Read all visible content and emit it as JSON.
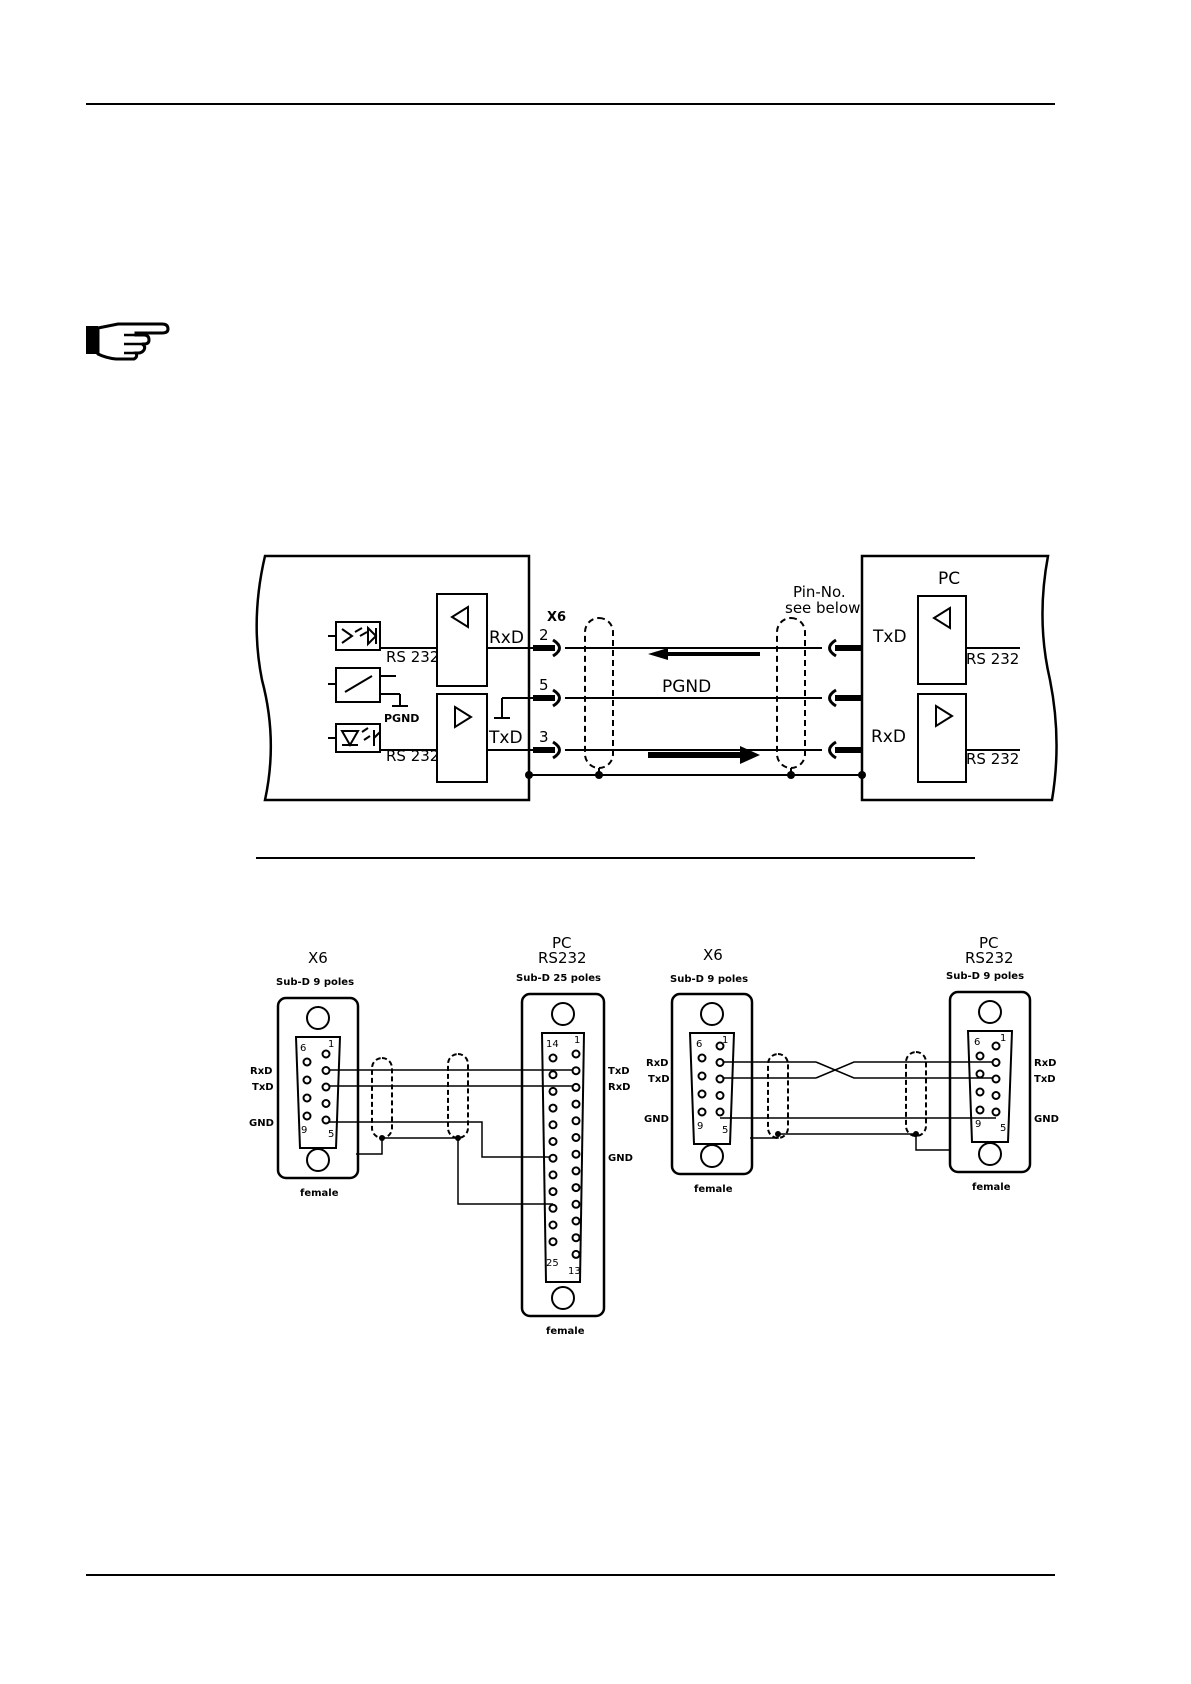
{
  "schematic": {
    "x6": "X6",
    "pin2": "2",
    "pin5": "5",
    "pin3": "3",
    "rxd": "RxD",
    "txd": "TxD",
    "rs232": "RS 232",
    "pgnd_small": "PGND",
    "pgnd": "PGND",
    "pc": "PC",
    "pin_no": "Pin-No.",
    "see_below": "see below",
    "pc_txd": "TxD",
    "pc_rxd": "RxD",
    "pc_rs232": "RS 232"
  },
  "pinout_left": {
    "x6_title": "X6",
    "x6_sub": "Sub-D 9 poles",
    "rxd": "RxD",
    "txd": "TxD",
    "gnd": "GND",
    "p6": "6",
    "p1": "1",
    "p9": "9",
    "p5": "5",
    "female": "female",
    "pc_title": "PC",
    "pc_rs": "RS232",
    "pc_sub": "Sub-D 25 poles",
    "p14": "14",
    "p1b": "1",
    "p25": "25",
    "p13": "13",
    "pc_txd": "TxD",
    "pc_rxd": "RxD",
    "pc_gnd": "GND",
    "pc_female": "female"
  },
  "pinout_right": {
    "x6_title": "X6",
    "x6_sub": "Sub-D 9 poles",
    "rxd": "RxD",
    "txd": "TxD",
    "gnd": "GND",
    "p6": "6",
    "p1": "1",
    "p9": "9",
    "p5": "5",
    "female": "female",
    "pc_title": "PC",
    "pc_rs": "RS232",
    "pc_sub": "Sub-D 9 poles",
    "q6": "6",
    "q1": "1",
    "q9": "9",
    "q5": "5",
    "pc_rxd": "RxD",
    "pc_txd": "TxD",
    "pc_gnd": "GND",
    "pc_female": "female"
  }
}
